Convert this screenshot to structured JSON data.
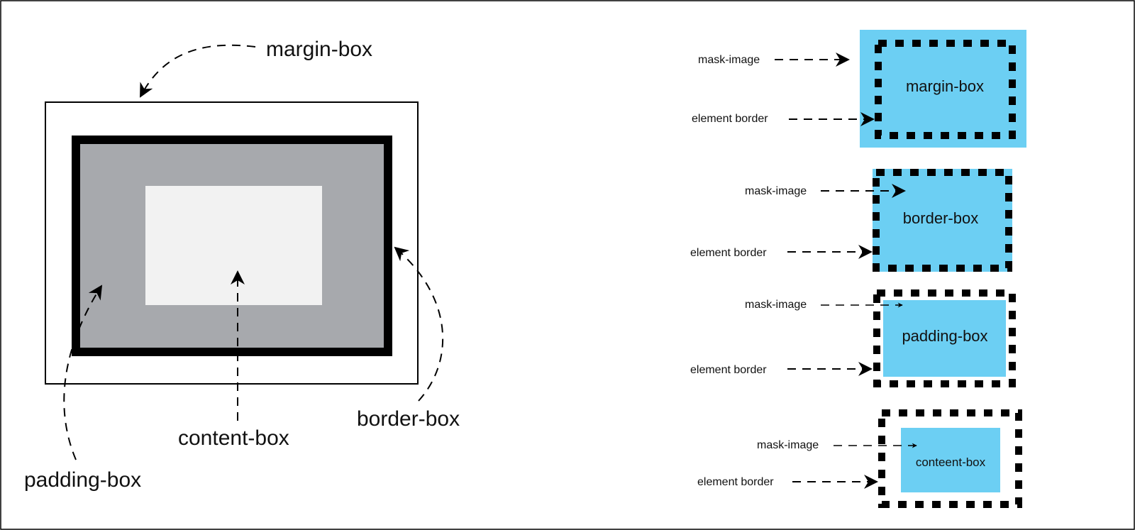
{
  "colors": {
    "mask_fill": "#6ccff3",
    "padding_fill": "#a7a9ad",
    "content_fill": "#f2f2f2",
    "border": "#000000"
  },
  "left": {
    "margin_box": "margin-box",
    "border_box": "border-box",
    "content_box": "content-box",
    "padding_box": "padding-box"
  },
  "right": {
    "panels": [
      {
        "title": "margin-box",
        "mask_label": "mask-image",
        "border_label": "element border"
      },
      {
        "title": "border-box",
        "mask_label": "mask-image",
        "border_label": "element border"
      },
      {
        "title": "padding-box",
        "mask_label": "mask-image",
        "border_label": "element border"
      },
      {
        "title": "conteent-box",
        "mask_label": "mask-image",
        "border_label": "element border"
      }
    ]
  }
}
